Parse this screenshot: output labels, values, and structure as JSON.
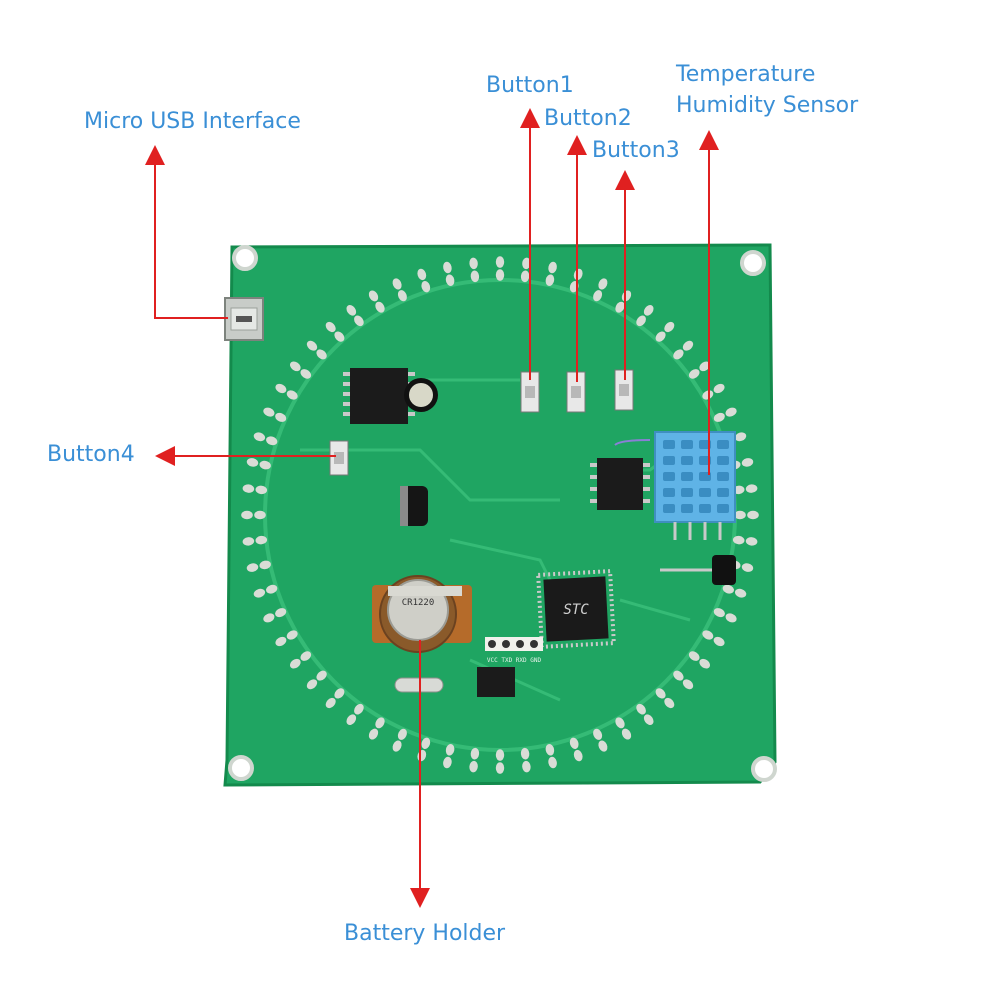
{
  "labels": {
    "micro_usb": "Micro USB Interface",
    "button1": "Button1",
    "button2": "Button2",
    "button3": "Button3",
    "temp_line1": "Temperature",
    "temp_line2": "Humidity Sensor",
    "button4": "Button4",
    "battery": "Battery Holder"
  },
  "board": {
    "coin_cell_text": "CR1220",
    "chip_brand": "STC",
    "header_pins": "VCC TXD RXD GND"
  },
  "colors": {
    "pcb": "#1fa562",
    "pcb_edge": "#138a4c",
    "trace": "#35bb76",
    "pad": "#d9dcd6",
    "label": "#3a8fd6",
    "arrow": "#e02020",
    "sensor": "#5fb3e6"
  }
}
